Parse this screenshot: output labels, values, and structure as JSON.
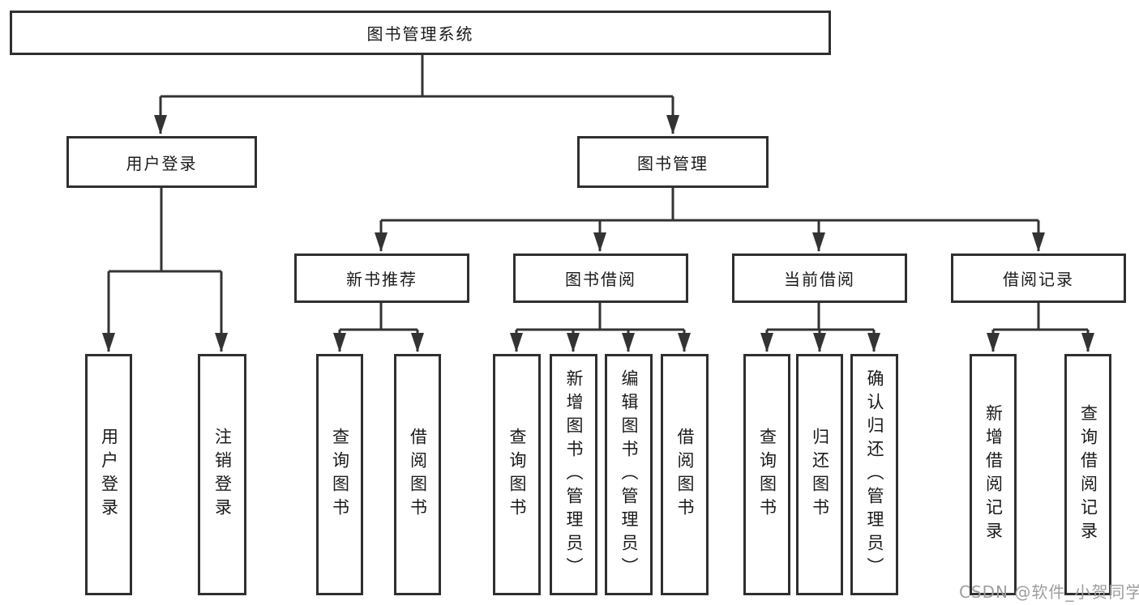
{
  "colors": {
    "background": "#ffffff",
    "line": "#333333",
    "box_border": "#2f2f2f",
    "box_background": "#ffffff",
    "text": "#1a1a1a",
    "watermark": "#9e9e9e"
  },
  "nodes": {
    "root": "图书管理系统",
    "branches": [
      "用户登录",
      "图书管理"
    ],
    "sub_branches": [
      "新书推荐",
      "图书借阅",
      "当前借阅",
      "借阅记录"
    ],
    "leaves": {
      "user_login": [
        "用户登录",
        "注销登录"
      ],
      "new_book": [
        "查询图书",
        "借阅图书"
      ],
      "book_borrow": [
        "查询图书",
        "新增图书（管理员）",
        "编辑图书（管理员）",
        "借阅图书"
      ],
      "current_borrow": [
        "查询图书",
        "归还图书",
        "确认归还（管理员）"
      ],
      "borrow_record": [
        "新增借阅记录",
        "查询借阅记录"
      ]
    }
  },
  "watermark": {
    "text": "CSDN @软件_小贺同学"
  }
}
